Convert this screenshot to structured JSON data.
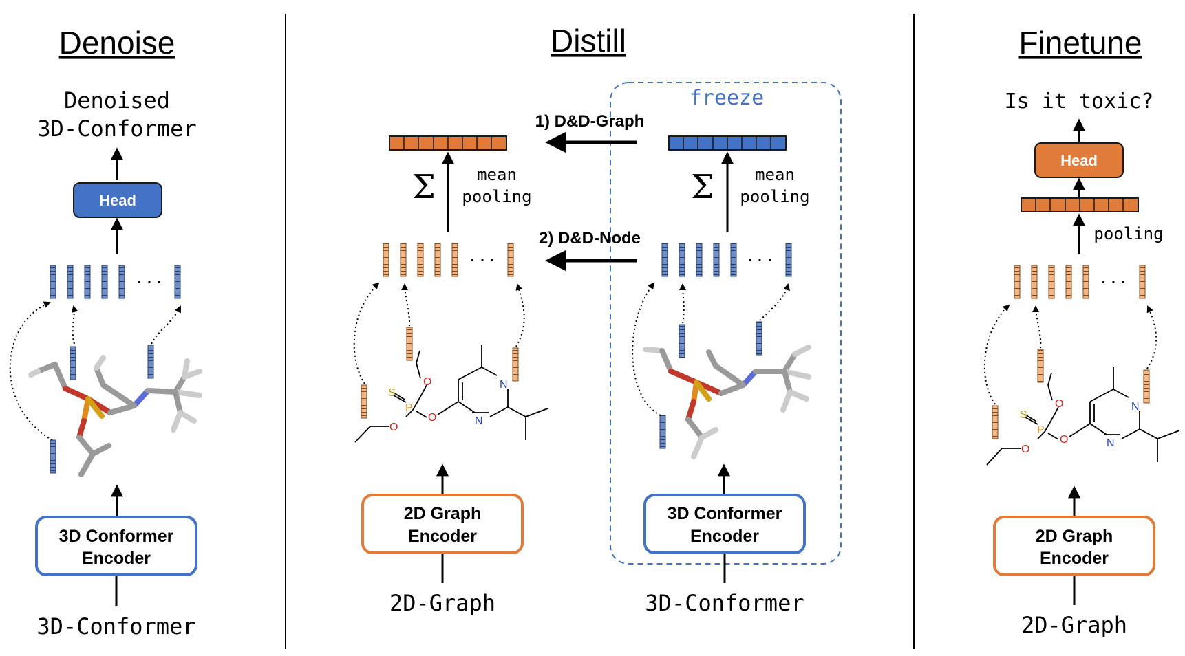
{
  "panels": {
    "denoise": {
      "title": "Denoise",
      "output_line1": "Denoised",
      "output_line2": "3D-Conformer",
      "head": "Head",
      "ellipsis": "...",
      "encoder_line1": "3D Conformer",
      "encoder_line2": "Encoder",
      "input": "3D-Conformer"
    },
    "distill": {
      "title": "Distill",
      "freeze": "freeze",
      "graph_arrow": "1) D&D-Graph",
      "node_arrow": "2) D&D-Node",
      "sigma": "Σ",
      "pool_line1": "mean",
      "pool_line2": "pooling",
      "ellipsis": "...",
      "left_encoder_line1": "2D Graph",
      "left_encoder_line2": "Encoder",
      "right_encoder_line1": "3D Conformer",
      "right_encoder_line2": "Encoder",
      "left_input": "2D-Graph",
      "right_input": "3D-Conformer"
    },
    "finetune": {
      "title": "Finetune",
      "question": "Is it toxic?",
      "head": "Head",
      "pooling": "pooling",
      "ellipsis": "...",
      "encoder_line1": "2D Graph",
      "encoder_line2": "Encoder",
      "input": "2D-Graph"
    }
  },
  "molecule_atoms": {
    "s": "S",
    "p": "P",
    "o": "O",
    "n": "N"
  },
  "colors": {
    "blue": "#4472C4",
    "blue_vec": "#5B7FBF",
    "orange": "#E07B39",
    "orange_vec": "#F2B27E",
    "divider": "#000000",
    "freeze": "#4472C4"
  }
}
